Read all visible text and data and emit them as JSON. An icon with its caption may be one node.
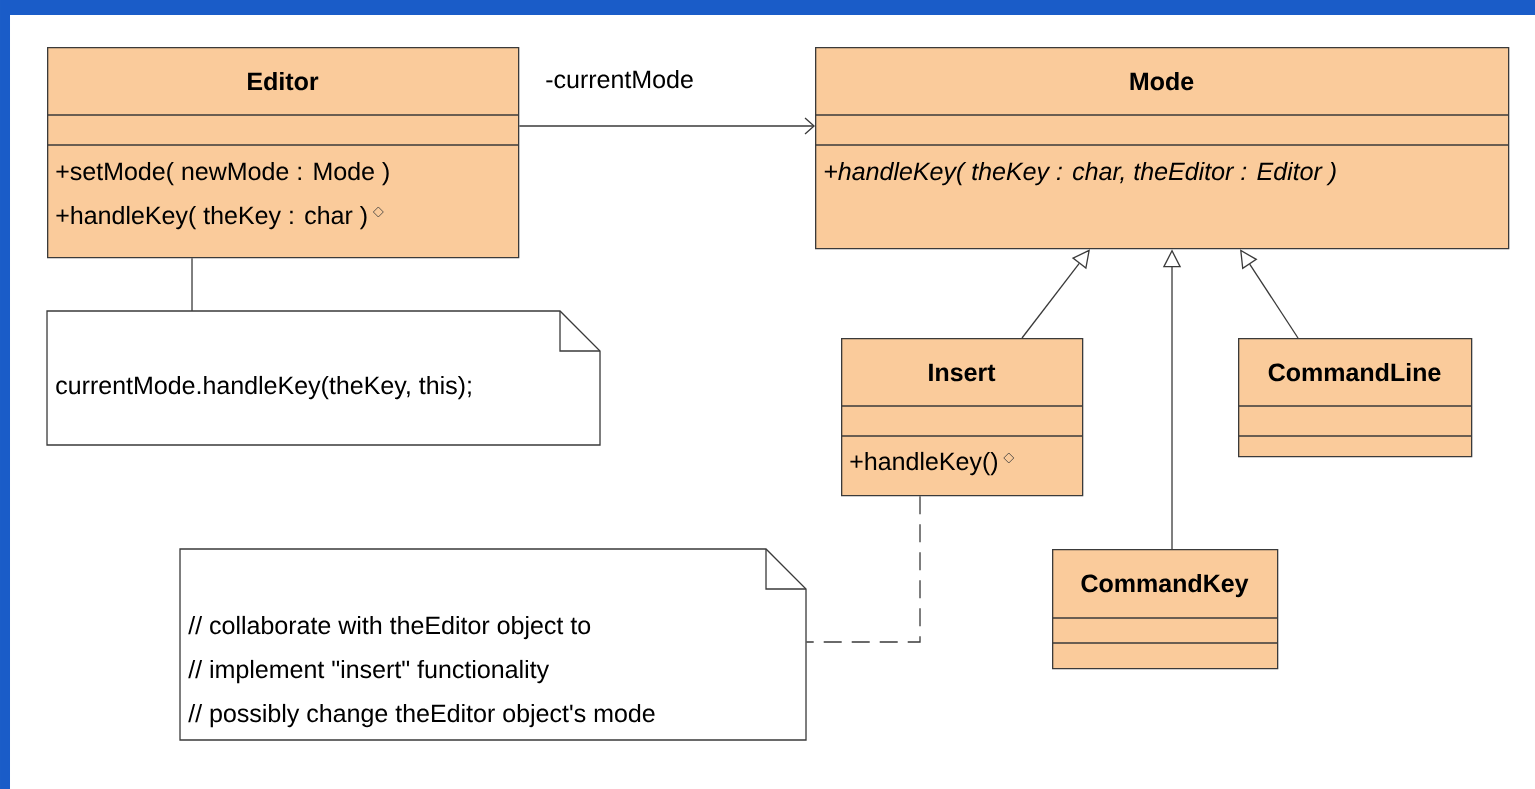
{
  "diagram": {
    "nodes": [
      {
        "text": [
          "Editor",
          "+setMode( newMode : Mode )",
          "+handleKey( theKey : char )"
        ]
      },
      {
        "text": [
          "Mode",
          "+handleKey( theKey : char, theEditor : Editor )"
        ]
      },
      {
        "text": [
          "currentMode.handleKey(theKey, this);"
        ]
      },
      {
        "text": [
          "Insert",
          "+handleKey()"
        ]
      },
      {
        "text": [
          "CommandLine"
        ]
      },
      {
        "text": [
          "CommandKey"
        ]
      },
      {
        "text": [
          "// collaborate with theEditor object to",
          "//     implement \"insert\" functionality",
          "// possibly change theEditor object's mode"
        ]
      }
    ],
    "edges": [
      {
        "from": 0,
        "to": 1,
        "arrow": "to",
        "label": "-currentMode"
      },
      {
        "from": 0,
        "to": 2,
        "arrow": "none"
      },
      {
        "from": 3,
        "to": 1,
        "arrow": "to"
      },
      {
        "from": 5,
        "to": 1,
        "arrow": "to"
      },
      {
        "from": 4,
        "to": 1,
        "arrow": "to"
      },
      {
        "from": 3,
        "to": 6,
        "arrow": "none",
        "style": "dashed"
      }
    ]
  }
}
